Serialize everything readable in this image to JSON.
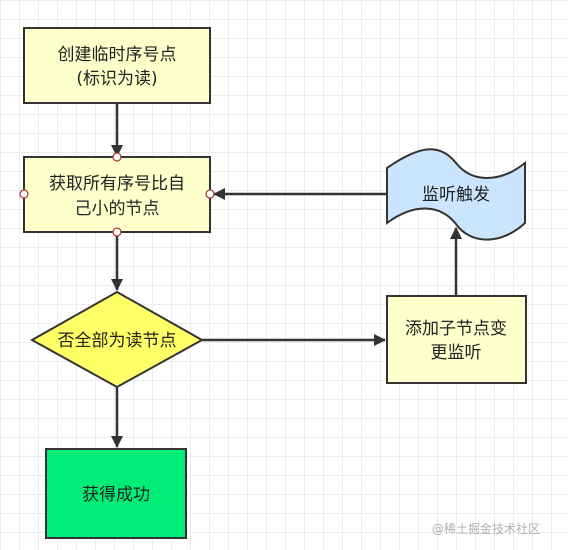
{
  "nodes": {
    "create_node": {
      "line1": "创建临时序号点",
      "line2": "(标识为读)"
    },
    "get_smaller": {
      "line1": "获取所有序号比自",
      "line2": "己小的节点"
    },
    "decision": {
      "label": "否全部为读节点"
    },
    "success": {
      "label": "获得成功"
    },
    "add_listener": {
      "line1": "添加子节点变",
      "line2": "更监听"
    },
    "listener_triggered": {
      "label": "监听触发"
    }
  },
  "watermark": "@稀土掘金技术社区",
  "colors": {
    "process_fill": "#ffffcc",
    "decision_fill": "#ffff66",
    "success_fill": "#00ee77",
    "event_fill": "#cce5ff",
    "stroke": "#333333"
  }
}
